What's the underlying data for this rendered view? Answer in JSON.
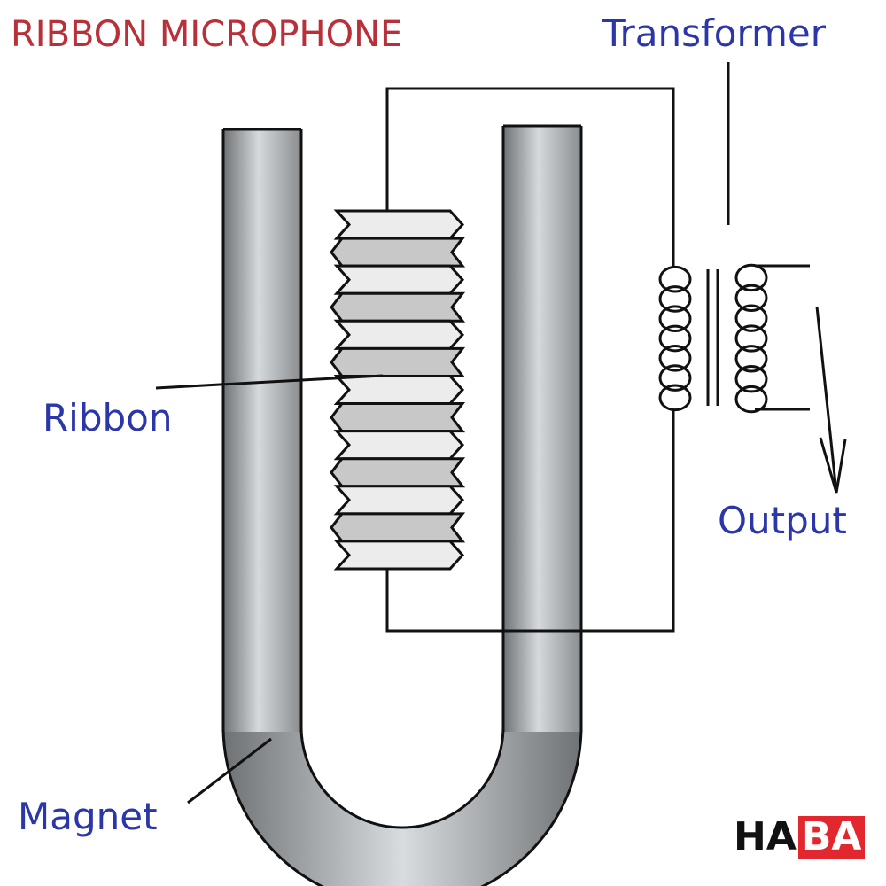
{
  "title": "RIBBON MICROPHONE",
  "labels": {
    "transformer": "Transformer",
    "ribbon": "Ribbon",
    "output": "Output",
    "magnet": "Magnet"
  },
  "logo": {
    "part1": "HA",
    "part2": "BA"
  },
  "colors": {
    "title": "#b8303a",
    "label": "#2b36a8",
    "wire": "#111111",
    "logo_red": "#e3272f",
    "magnet_dark": "#6f7275",
    "magnet_light": "#d6d9dc",
    "ribbon_light": "#ececec",
    "ribbon_dark": "#c8c8c8"
  },
  "icons": {
    "logo": "haba-logo"
  }
}
